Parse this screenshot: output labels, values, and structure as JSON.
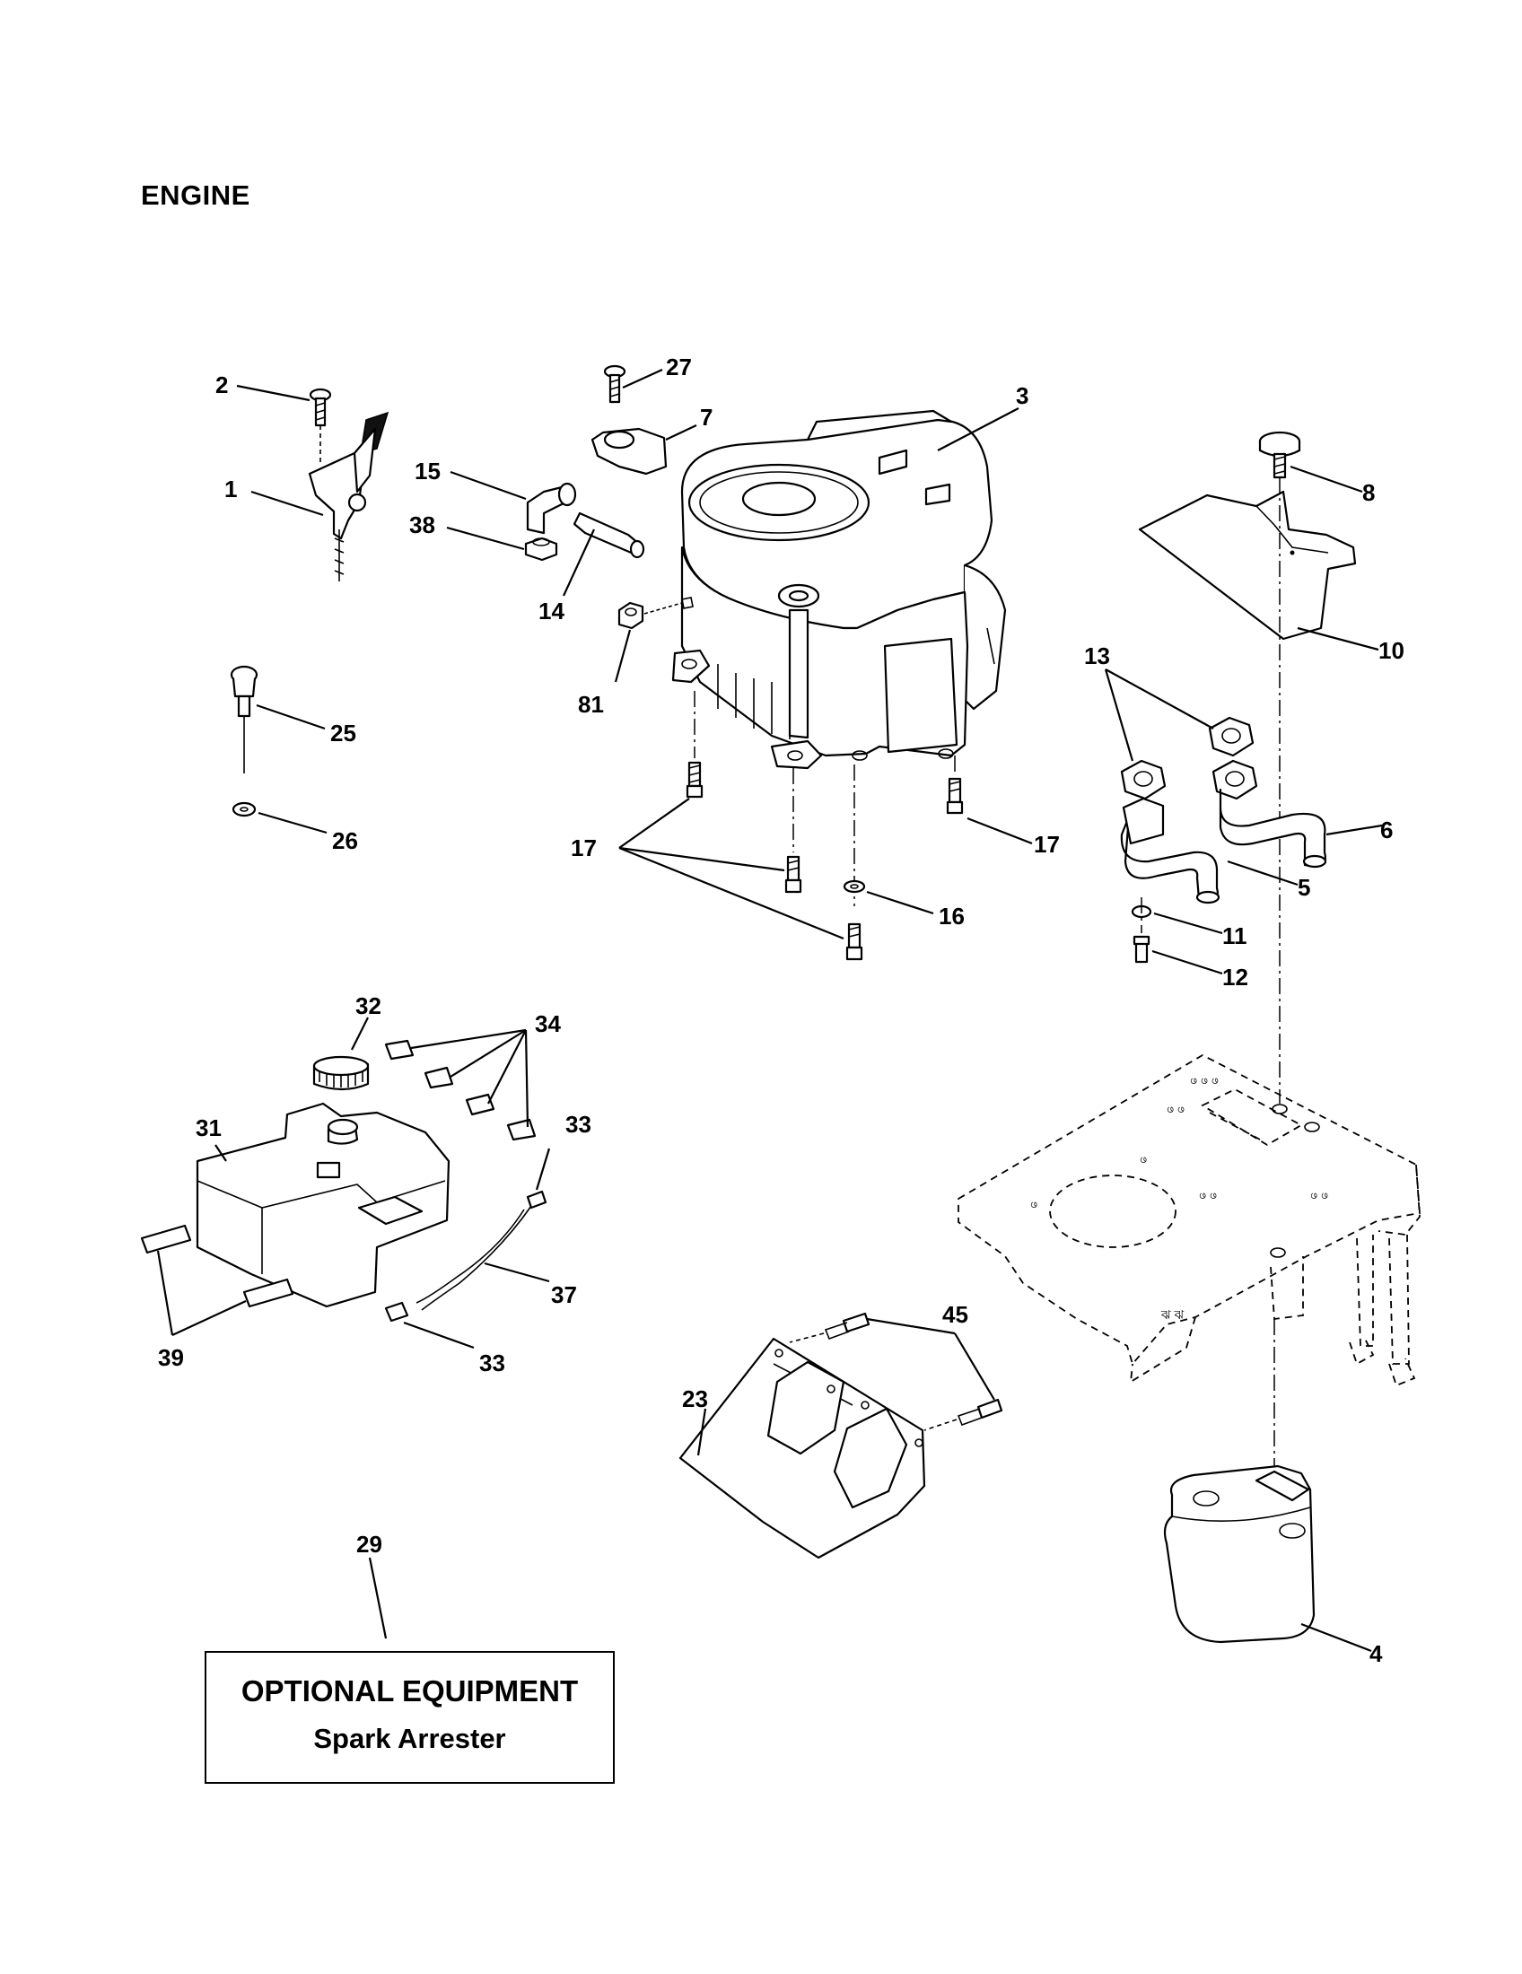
{
  "title": "ENGINE",
  "labels": {
    "p1": "1",
    "p2": "2",
    "p3": "3",
    "p4": "4",
    "p5": "5",
    "p6": "6",
    "p7": "7",
    "p8": "8",
    "p10": "10",
    "p11": "11",
    "p12": "12",
    "p13": "13",
    "p14": "14",
    "p15": "15",
    "p16": "16",
    "p17a": "17",
    "p17b": "17",
    "p23": "23",
    "p25": "25",
    "p26": "26",
    "p27": "27",
    "p29": "29",
    "p31": "31",
    "p32": "32",
    "p33a": "33",
    "p33b": "33",
    "p34": "34",
    "p37": "37",
    "p38": "38",
    "p39": "39",
    "p45": "45",
    "p81": "81"
  },
  "optional_box": {
    "title": "OPTIONAL EQUIPMENT",
    "subtitle": "Spark Arrester"
  }
}
